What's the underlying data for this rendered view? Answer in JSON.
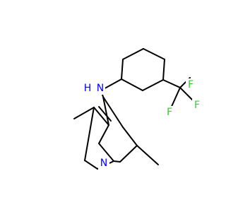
{
  "molecule": {
    "atoms": [
      {
        "id": "N_amine",
        "label": "N",
        "color": "#0000ff"
      },
      {
        "id": "H_amine",
        "label": "H",
        "color": "#0000ff"
      },
      {
        "id": "N_ring",
        "label": "N",
        "color": "#0000ff"
      },
      {
        "id": "F1",
        "label": "F",
        "color": "#33cc33"
      },
      {
        "id": "F2",
        "label": "F",
        "color": "#33cc33"
      },
      {
        "id": "F3",
        "label": "F",
        "color": "#33cc33"
      }
    ],
    "bond_color": "#000000"
  }
}
